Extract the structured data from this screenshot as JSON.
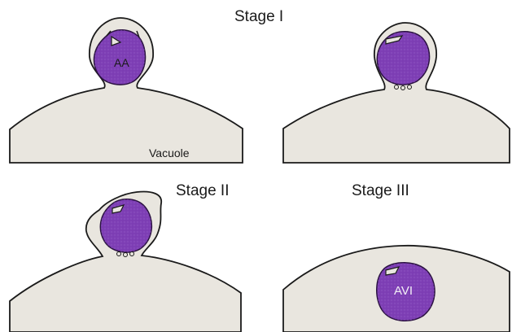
{
  "labels": {
    "stage_1": "Stage I",
    "stage_2": "Stage II",
    "stage_3": "Stage III",
    "autophagic_body": "AA",
    "vacuole": "Vacuole",
    "vacuolar_body": "AVI"
  },
  "colors": {
    "vacuole_fill": "#e9e6df",
    "membrane": "#1a1a1a",
    "body_fill": "#7e3fb5",
    "body_dot": "#9a66cc",
    "background": "#ffffff"
  }
}
